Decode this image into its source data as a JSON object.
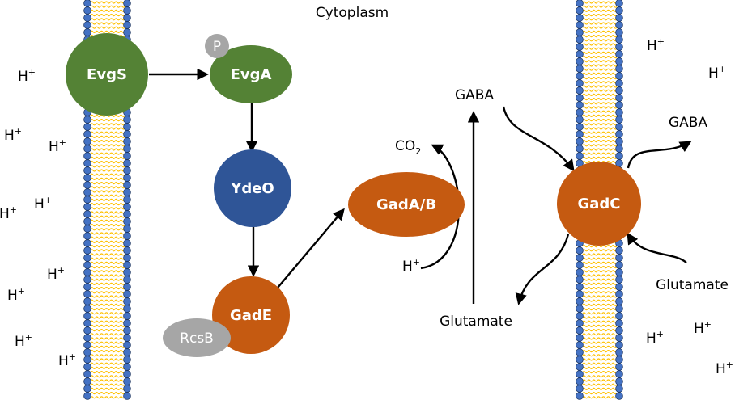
{
  "title": "Cytoplasm",
  "proteins": {
    "evgs": "EvgS",
    "evga": "EvgA",
    "phospho": "P",
    "ydeo": "YdeO",
    "gade": "GadE",
    "rcsb": "RcsB",
    "gadab": "GadA/B",
    "gadc": "GadC"
  },
  "molecules": {
    "gaba": "GABA",
    "co2_base": "CO",
    "co2_sub": "2",
    "glutamate": "Glutamate",
    "proton_base": "H",
    "proton_sup": "+"
  },
  "colors": {
    "green": "#548235",
    "blue": "#2F5597",
    "orange": "#C55A11",
    "gray": "#A6A6A6",
    "membrane_head": "#4472C4",
    "membrane_tail": "#FFC000"
  }
}
